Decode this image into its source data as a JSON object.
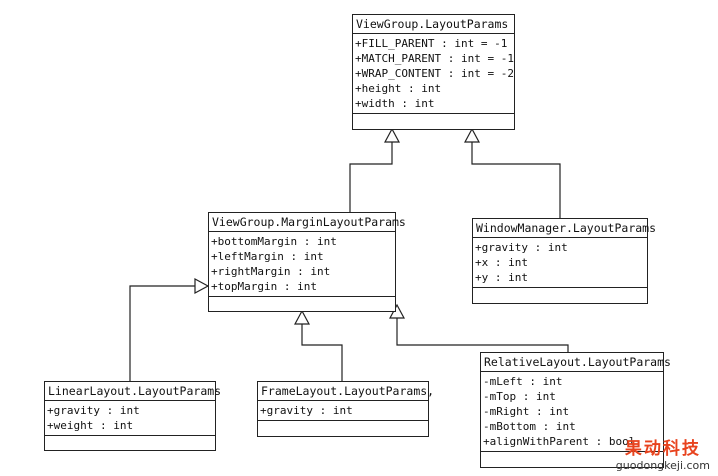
{
  "classes": {
    "vg_layout_params": {
      "name": "ViewGroup.LayoutParams",
      "attributes": [
        "+FILL_PARENT : int = -1",
        "+MATCH_PARENT : int = -1",
        "+WRAP_CONTENT : int = -2",
        "+height : int",
        "+width : int"
      ]
    },
    "vg_margin_layout_params": {
      "name": "ViewGroup.MarginLayoutParams",
      "attributes": [
        "+bottomMargin : int",
        "+leftMargin : int",
        "+rightMargin : int",
        "+topMargin : int"
      ]
    },
    "window_manager_layout_params": {
      "name": "WindowManager.LayoutParams",
      "attributes": [
        "+gravity : int",
        "+x : int",
        "+y : int"
      ]
    },
    "linear_layout_params": {
      "name": "LinearLayout.LayoutParams",
      "attributes": [
        "+gravity : int",
        "+weight : int"
      ]
    },
    "frame_layout_params": {
      "name": "FrameLayout.LayoutParams,",
      "attributes": [
        "+gravity : int"
      ]
    },
    "relative_layout_params": {
      "name": "RelativeLayout.LayoutParams",
      "attributes": [
        "-mLeft : int",
        "-mTop : int",
        "-mRight : int",
        "-mBottom : int",
        "+alignWithParent : bool"
      ]
    }
  },
  "watermark": {
    "logo_text": "果动科技",
    "url": "guodongkeji.com"
  },
  "colors": {
    "line": "#222222",
    "watermark_brand": "#e8431e"
  }
}
